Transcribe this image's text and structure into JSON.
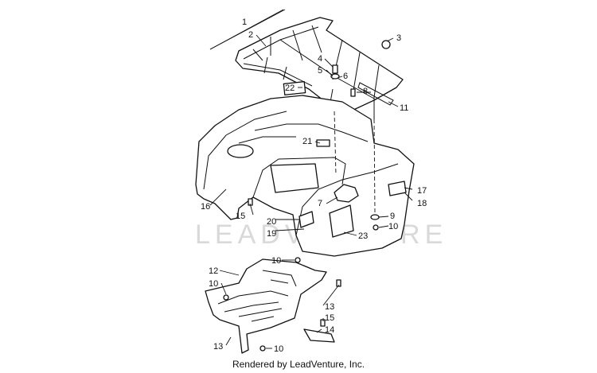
{
  "watermark": "LEADVENTURE",
  "footer": "Rendered by LeadVenture, Inc.",
  "callouts": [
    "1",
    "2",
    "3",
    "4",
    "5",
    "6",
    "22",
    "8",
    "11",
    "21",
    "17",
    "18",
    "7",
    "9",
    "10",
    "16",
    "15",
    "20",
    "19",
    "23",
    "10",
    "12",
    "10",
    "13",
    "15",
    "14",
    "13",
    "10"
  ]
}
